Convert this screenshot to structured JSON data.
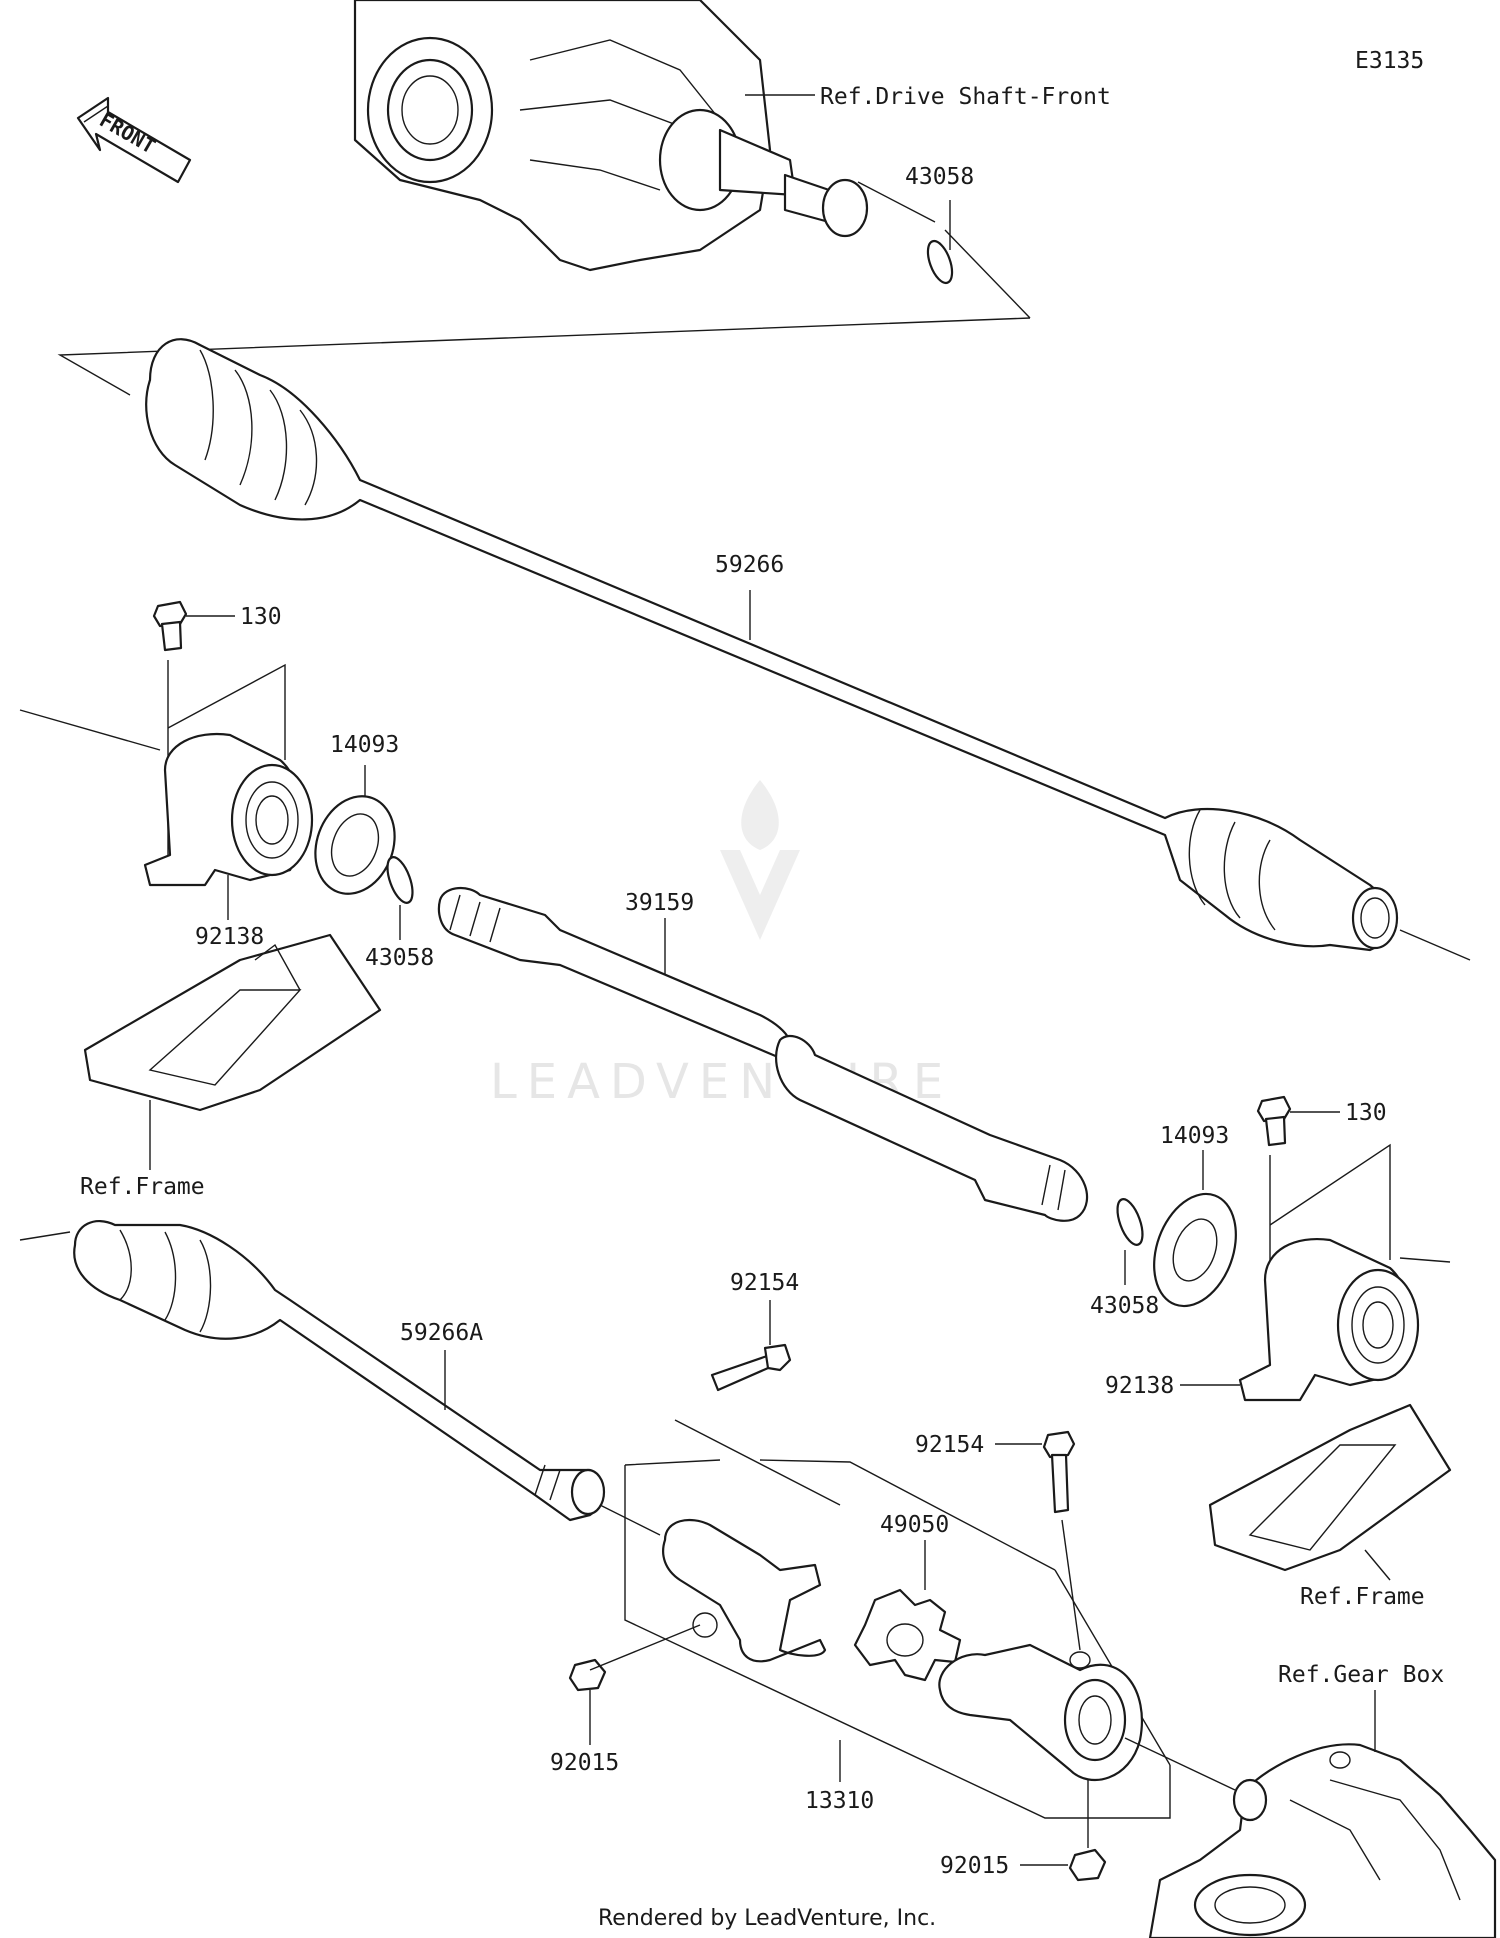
{
  "diagram_code": "E3135",
  "front_arrow_text": "FRONT",
  "watermark": "LEADVENTURE",
  "references": {
    "drive_shaft_front": "Ref.Drive Shaft-Front",
    "frame_left": "Ref.Frame",
    "frame_right": "Ref.Frame",
    "gear_box": "Ref.Gear Box"
  },
  "part_labels": {
    "p43058_top": "43058",
    "p59266": "59266",
    "p130_left": "130",
    "p14093_left": "14093",
    "p92138_left": "92138",
    "p43058_left": "43058",
    "p39159": "39159",
    "p14093_right": "14093",
    "p130_right": "130",
    "p43058_right": "43058",
    "p92138_right": "92138",
    "p59266A": "59266A",
    "p92154_top": "92154",
    "p92154_right": "92154",
    "p49050": "49050",
    "p92015_left": "92015",
    "p13310": "13310",
    "p92015_bottom": "92015"
  },
  "footer": "Rendered by LeadVenture, Inc."
}
